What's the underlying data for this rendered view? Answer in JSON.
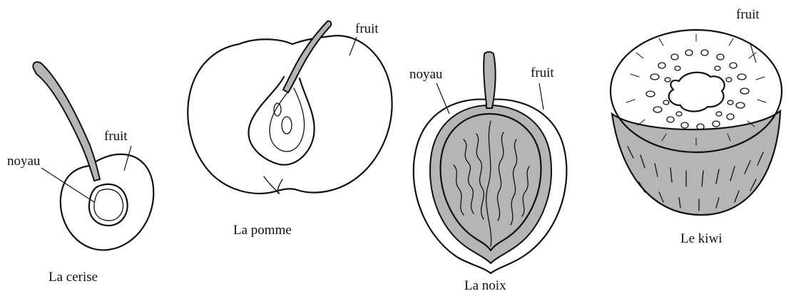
{
  "colors": {
    "ink": "#111111",
    "flesh": "#ffffff",
    "shaded": "#b5b5b5",
    "background": "#ffffff"
  },
  "fruits": [
    {
      "caption": "La cerise",
      "labels": {
        "pit": "noyau",
        "fruit": "fruit"
      }
    },
    {
      "caption": "La pomme",
      "labels": {
        "fruit": "fruit"
      }
    },
    {
      "caption": "La noix",
      "labels": {
        "pit": "noyau",
        "fruit": "fruit"
      }
    },
    {
      "caption": "Le kiwi",
      "labels": {
        "fruit": "fruit"
      }
    }
  ]
}
